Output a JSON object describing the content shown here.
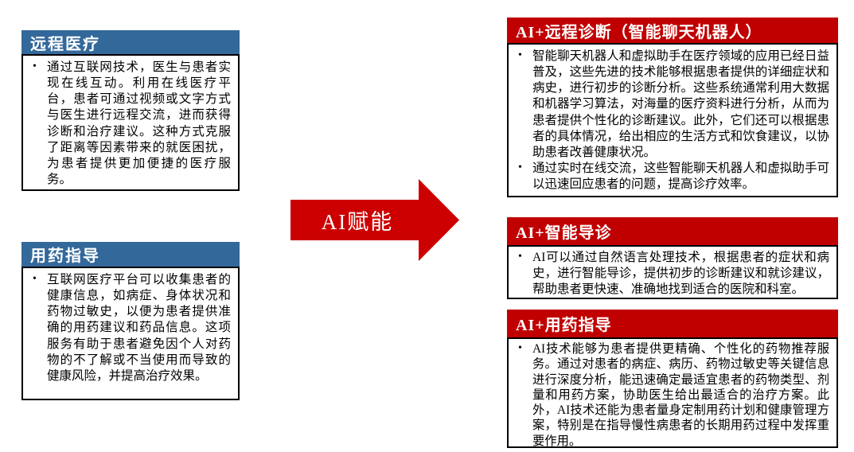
{
  "slide": {
    "left_boxes": [
      {
        "title": "远程医疗",
        "bullets": [
          "通过互联网技术，医生与患者实现在线互动。利用在线医疗平台，患者可通过视频或文字方式与医生进行远程交流，进而获得诊断和治疗建议。这种方式克服了距离等因素带来的就医困扰，为患者提供更加便捷的医疗服务。"
        ]
      },
      {
        "title": "用药指导",
        "bullets": [
          "互联网医疗平台可以收集患者的健康信息，如病症、身体状况和药物过敏史，以便为患者提供准确的用药建议和药品信息。这项服务有助于患者避免因个人对药物的不了解或不当使用而导致的健康风险，并提高治疗效果。"
        ]
      }
    ],
    "arrow": {
      "label": "AI赋能"
    },
    "right_boxes": [
      {
        "title": "AI+远程诊断（智能聊天机器人）",
        "bullets": [
          "智能聊天机器人和虚拟助手在医疗领域的应用已经日益普及，这些先进的技术能够根据患者提供的详细症状和病史，进行初步的诊断分析。这些系统通常利用大数据和机器学习算法，对海量的医疗资料进行分析，从而为患者提供个性化的诊断建议。此外，它们还可以根据患者的具体情况，给出相应的生活方式和饮食建议，以协助患者改善健康状况。",
          "通过实时在线交流，这些智能聊天机器人和虚拟助手可以迅速回应患者的问题，提高诊疗效率。"
        ]
      },
      {
        "title": "AI+智能导诊",
        "bullets": [
          "AI可以通过自然语言处理技术，根据患者的症状和病史，进行智能导诊，提供初步的诊断建议和就诊建议，帮助患者更快速、准确地找到适合的医院和科室。"
        ]
      },
      {
        "title": "AI+用药指导",
        "bullets": [
          "AI技术能够为患者提供更精确、个性化的药物推荐服务。通过对患者的病症、病历、药物过敏史等关键信息进行深度分析，能迅速确定最适宜患者的药物类型、剂量和用药方案，协助医生给出最适合的治疗方案。此外，AI技术还能为患者量身定制用药计划和健康管理方案，特别是在指导慢性病患者的长期用药过程中发挥重要作用。"
        ]
      }
    ],
    "colors": {
      "blue_header": "#33689B",
      "red_header": "#C00000",
      "arrow_red": "#CC0000",
      "border": "#000000",
      "background": "#FFFFFF",
      "header_text": "#FFFFFF"
    }
  }
}
